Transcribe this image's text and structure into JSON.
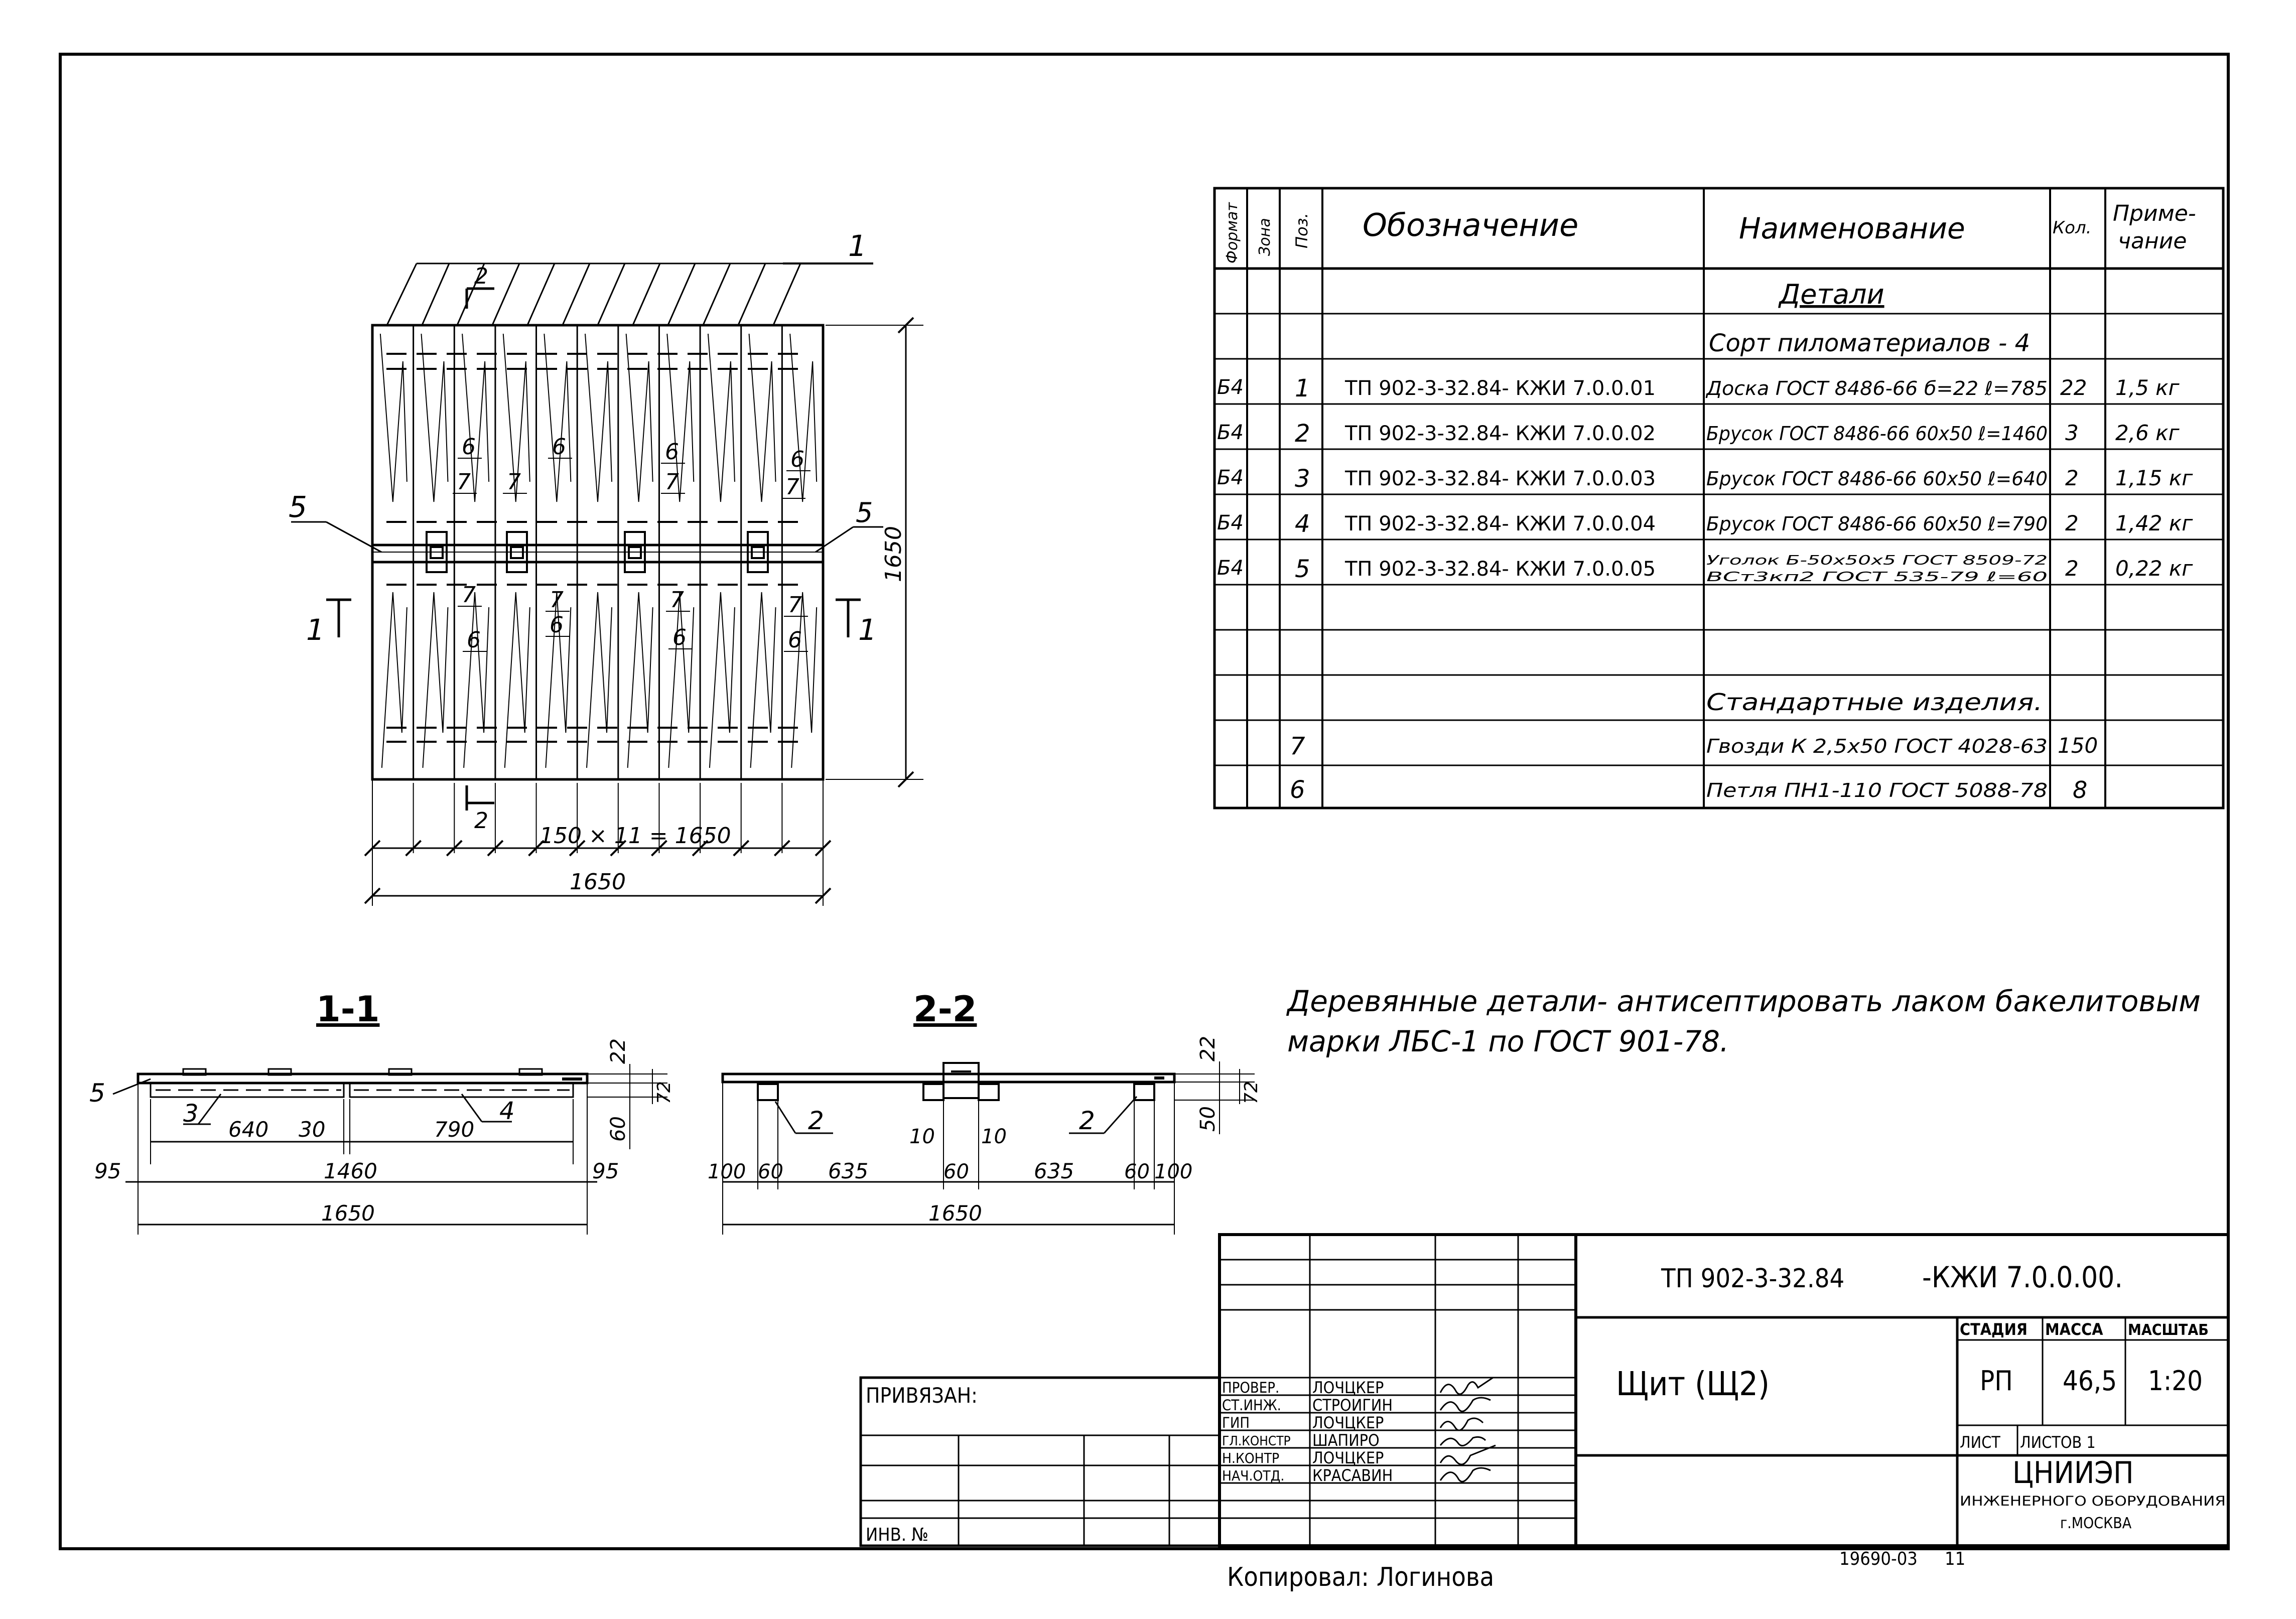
{
  "spec_table": {
    "headers": {
      "format": "Формат",
      "zone": "Зона",
      "pos": "Поз.",
      "designation": "Обозначение",
      "name": "Наименование",
      "qty": "Кол.",
      "note": "Приме-\nчание"
    },
    "section_details": "Детали",
    "subsection_lumber": "Сорт пиломатериалов - 4",
    "rows": [
      {
        "format": "Б4",
        "pos": "1",
        "designation": "ТП 902-3-32.84- КЖИ 7.0.0.01",
        "name": "Доска ГОСТ 8486-66 б=22 ℓ=785",
        "qty": "22",
        "note": "1,5 кг"
      },
      {
        "format": "Б4",
        "pos": "2",
        "designation": "ТП 902-3-32.84- КЖИ 7.0.0.02",
        "name": "Брусок ГОСТ 8486-66 60х50 ℓ=1460",
        "qty": "3",
        "note": "2,6 кг"
      },
      {
        "format": "Б4",
        "pos": "3",
        "designation": "ТП 902-3-32.84- КЖИ 7.0.0.03",
        "name": "Брусок ГОСТ 8486-66 60х50 ℓ=640",
        "qty": "2",
        "note": "1,15 кг"
      },
      {
        "format": "Б4",
        "pos": "4",
        "designation": "ТП 902-3-32.84- КЖИ 7.0.0.04",
        "name": "Брусок ГОСТ 8486-66 60х50 ℓ=790",
        "qty": "2",
        "note": "1,42 кг"
      },
      {
        "format": "Б4",
        "pos": "5",
        "designation": "ТП 902-3-32.84- КЖИ 7.0.0.05",
        "name_line1": "Уголок Б-50х50х5 ГОСТ 8509-72",
        "name_line2": "ВСт3кп2 ГОСТ 535-79 ℓ=60",
        "qty": "2",
        "note": "0,22 кг"
      }
    ],
    "section_standard": "Стандартные изделия.",
    "standard_rows": [
      {
        "pos": "7",
        "name": "Гвозди К 2,5х50 ГОСТ 4028-63",
        "qty": "150"
      },
      {
        "pos": "6",
        "name": "Петля ПН1-110 ГОСТ 5088-78",
        "qty": "8"
      }
    ]
  },
  "plan": {
    "leader_1": "1",
    "leader_5_left": "5",
    "leader_5_right": "5",
    "section_2_top": "2",
    "section_2_bottom": "2",
    "section_1_left": "1",
    "section_1_right": "1",
    "label_6": "6",
    "label_7": "7",
    "dim_height": "1650",
    "dim_pitch": "150 × 11 = 1650",
    "dim_width": "1650"
  },
  "section_1_1": {
    "title": "1-1",
    "pos_5": "5",
    "pos_3": "3",
    "pos_4": "4",
    "dim_640": "640",
    "dim_30": "30",
    "dim_790": "790",
    "dim_95_left": "95",
    "dim_1460": "1460",
    "dim_95_right": "95",
    "dim_1650": "1650",
    "dim_22": "22",
    "dim_72": "72",
    "dim_60": "60"
  },
  "section_2_2": {
    "title": "2-2",
    "pos_2_left": "2",
    "pos_2_right": "2",
    "dim_10_left": "10",
    "dim_10_right": "10",
    "dim_100_left": "100",
    "dim_60_left": "60",
    "dim_635_left": "635",
    "dim_60_mid": "60",
    "dim_635_right": "635",
    "dim_60_right": "60",
    "dim_100_right": "100",
    "dim_1650": "1650",
    "dim_22": "22",
    "dim_72": "72",
    "dim_50": "50"
  },
  "note": {
    "line1": "Деревянные детали- антисептировать лаком бакелитовым",
    "line2": "марки ЛБС-1 по ГОСТ 901-78."
  },
  "title_block": {
    "doc_number": "ТП 902-3-32.84",
    "doc_suffix": "-КЖИ 7.0.0.00.",
    "drawing_name": "Щит (Щ2)",
    "stage_header": "СТАДИЯ",
    "mass_header": "МАССА",
    "scale_header": "МАСШТАБ",
    "stage": "РП",
    "mass": "46,5",
    "scale": "1:20",
    "sheet_label": "ЛИСТ",
    "sheets_label": "ЛИСТОВ 1",
    "org_name": "ЦНИИЭП",
    "org_sub": "ИНЖЕНЕРНОГО ОБОРУДОВАНИЯ",
    "org_city": "г.МОСКВА",
    "bound_label": "ПРИВЯЗАН:",
    "inv_label": "ИНВ. №",
    "staff": [
      {
        "role": "ПРОВЕР.",
        "name": "ЛОЧЦКЕР"
      },
      {
        "role": "СТ.ИНЖ.",
        "name": "СТРОИГИН"
      },
      {
        "role": "ГИП",
        "name": "ЛОЧЦКЕР"
      },
      {
        "role": "ГЛ.КОНСТР",
        "name": "ШАПИРО"
      },
      {
        "role": "Н.КОНТР",
        "name": "ЛОЧЦКЕР"
      },
      {
        "role": "НАЧ.ОТД.",
        "name": "КРАСАВИН"
      }
    ],
    "copied_by": "Копировал: Логинова",
    "archive_number": "19690-03",
    "archive_sheet": "11"
  }
}
